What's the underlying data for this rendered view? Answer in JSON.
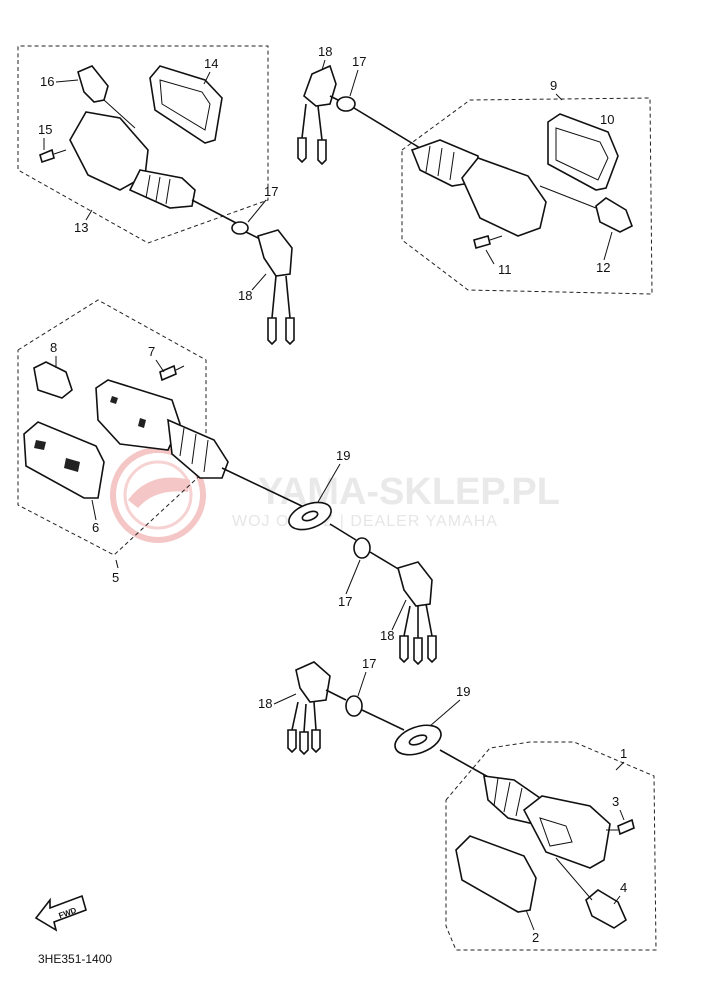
{
  "diagram_code": "3HE351-1400",
  "watermark": {
    "title": "YAMA-SKLEP.PL",
    "subtitle": "WOJ      OWICZ | DEALER YAMAHA"
  },
  "fwd_label": "FWD",
  "callouts": {
    "c1": "1",
    "c2": "2",
    "c3": "3",
    "c4": "4",
    "c5": "5",
    "c6": "6",
    "c7": "7",
    "c8": "8",
    "c9": "9",
    "c10": "10",
    "c11": "11",
    "c12": "12",
    "c13": "13",
    "c14": "14",
    "c15": "15",
    "c16": "16",
    "c17a": "17",
    "c17b": "17",
    "c17c": "17",
    "c17d": "17",
    "c18a": "18",
    "c18b": "18",
    "c18c": "18",
    "c18d": "18",
    "c19a": "19",
    "c19b": "19"
  },
  "colors": {
    "ink": "#111111",
    "watermark": "#f2c2c2"
  }
}
